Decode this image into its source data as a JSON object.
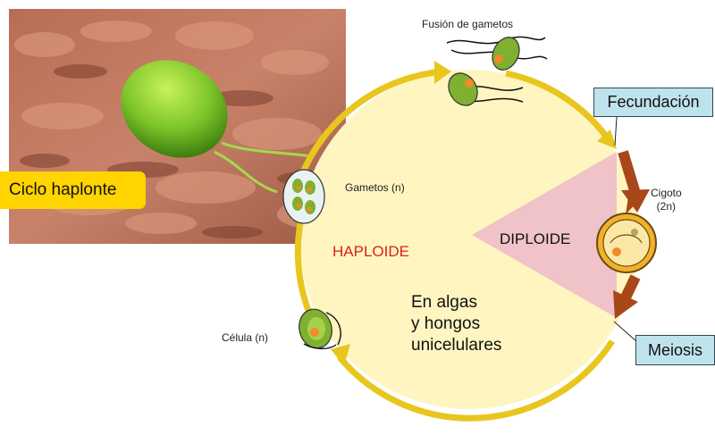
{
  "title": "Ciclo haplonte",
  "stages": {
    "fusion": "Fusión de gametos",
    "gametes": "Gametos (n)",
    "cell": "Célula (n)",
    "zygote_line1": "Cigoto",
    "zygote_line2": "(2n)"
  },
  "phases": {
    "haploid": "HAPLOIDE",
    "diploid": "DIPLOIDE"
  },
  "events": {
    "fertilization": "Fecundación",
    "meiosis": "Meiosis"
  },
  "note": {
    "line1": "En algas",
    "line2": "y hongos",
    "line3": "unicelulares"
  },
  "colors": {
    "cycle_fill": "#fff5c0",
    "cycle_arrow": "#e8c61e",
    "diploid_sector": "#efc3c8",
    "diploid_arrow": "#a8471a",
    "haploid_text": "#e0201b",
    "callout_fill": "#bfe3ec",
    "title_badge": "#ffd400"
  },
  "icons": [
    "green-algae-photo",
    "gamete-pair-icon",
    "gametes-cluster-icon",
    "zygote-icon",
    "algal-cell-icon"
  ]
}
